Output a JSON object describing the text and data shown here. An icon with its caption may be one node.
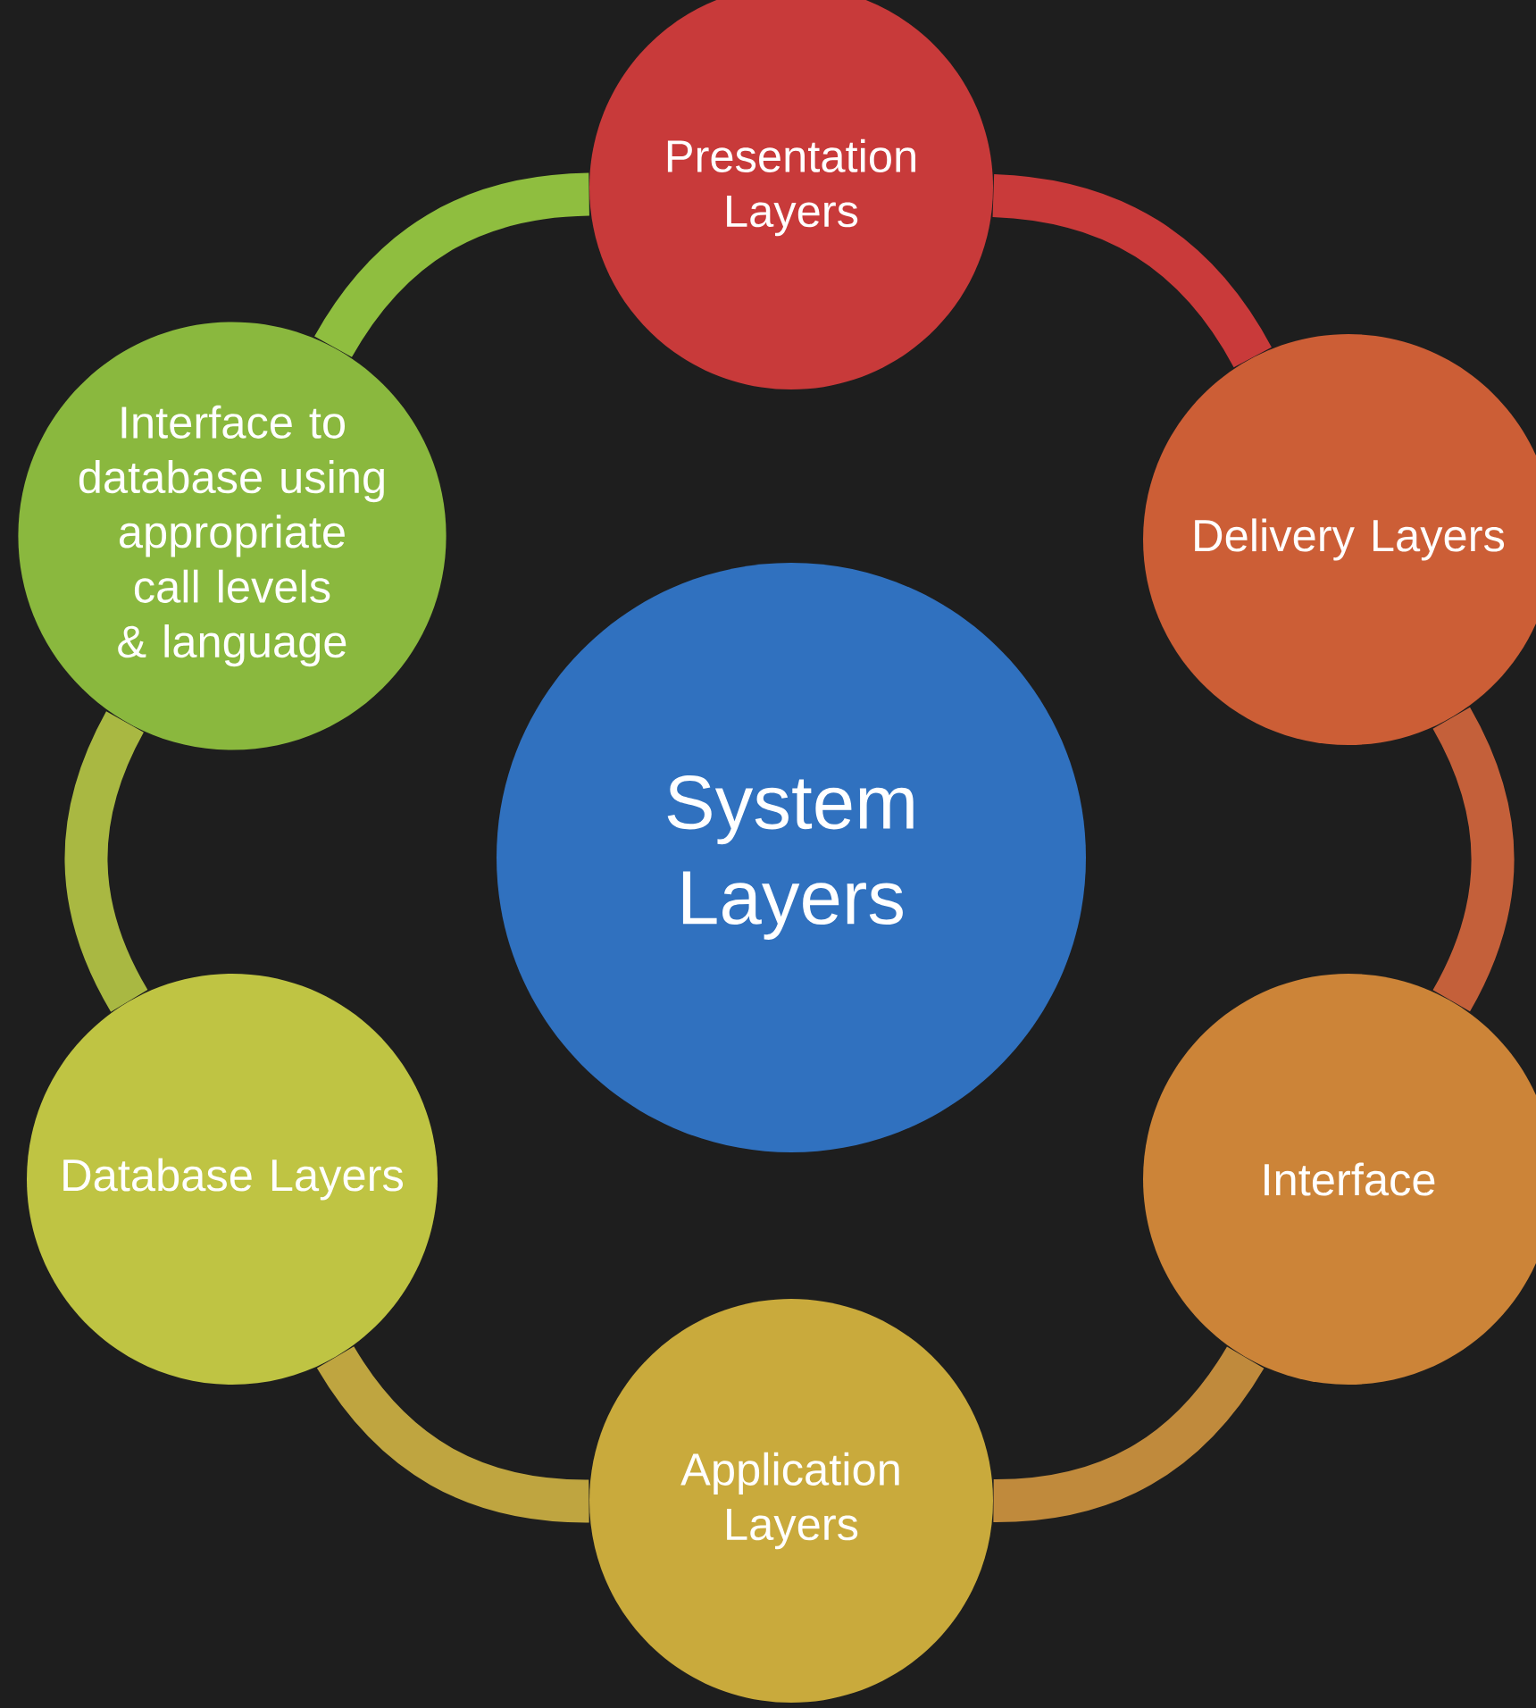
{
  "diagram": {
    "nodes": [
      {
        "text": [
          "Presentation Layers"
        ]
      },
      {
        "text": [
          "Delivery Layers"
        ]
      },
      {
        "text": [
          "Interface"
        ]
      },
      {
        "text": [
          "Application Layers"
        ]
      },
      {
        "text": [
          "Database Layers"
        ]
      },
      {
        "text": [
          "Interface to database using appropriate call levels & language"
        ]
      },
      {
        "text": [
          "System Layers"
        ]
      }
    ],
    "edges": [
      {
        "from": 0,
        "to": 1,
        "arrow": "none",
        "color": "#c93a3a"
      },
      {
        "from": 1,
        "to": 2,
        "arrow": "none",
        "color": "#c4603a"
      },
      {
        "from": 2,
        "to": 3,
        "arrow": "none",
        "color": "#c08a3c"
      },
      {
        "from": 3,
        "to": 4,
        "arrow": "none",
        "color": "#bfa540"
      },
      {
        "from": 4,
        "to": 5,
        "arrow": "none",
        "color": "#a9b842"
      },
      {
        "from": 5,
        "to": 0,
        "arrow": "none",
        "color": "#8fbe3f"
      }
    ]
  }
}
